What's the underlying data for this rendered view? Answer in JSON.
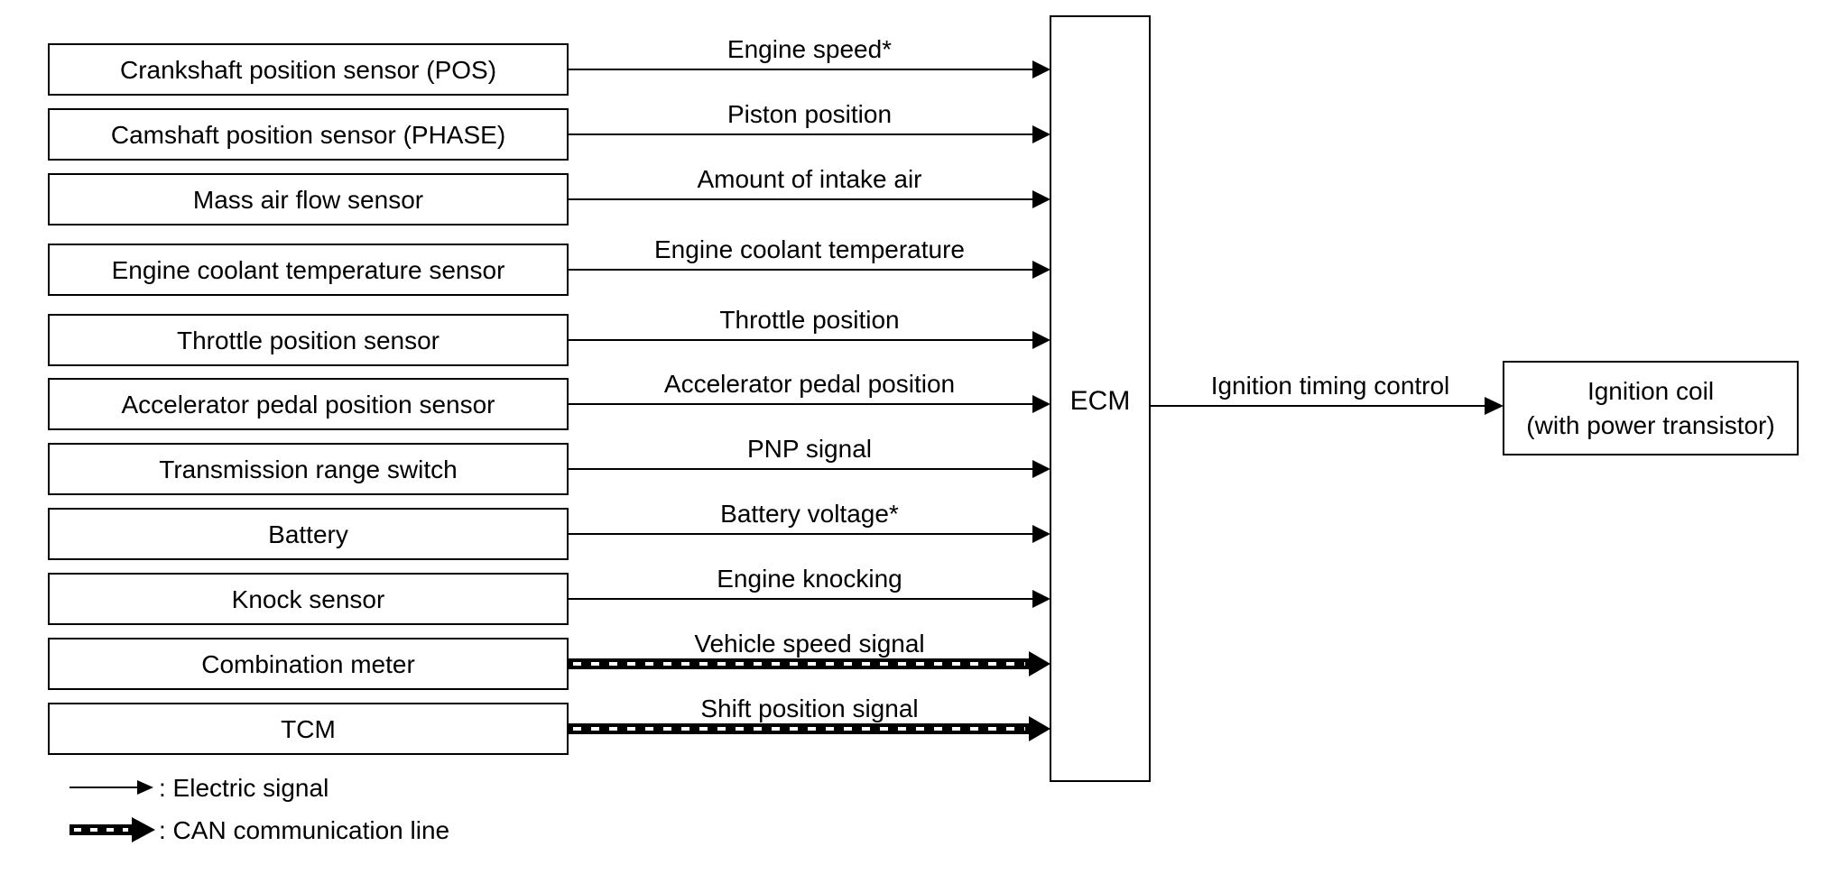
{
  "inputs": [
    {
      "source": "Crankshaft position sensor (POS)",
      "signal": "Engine speed*",
      "line_type": "electric"
    },
    {
      "source": "Camshaft position sensor (PHASE)",
      "signal": "Piston position",
      "line_type": "electric"
    },
    {
      "source": "Mass air flow sensor",
      "signal": "Amount of intake air",
      "line_type": "electric"
    },
    {
      "source": "Engine coolant temperature sensor",
      "signal": "Engine coolant temperature",
      "line_type": "electric"
    },
    {
      "source": "Throttle position sensor",
      "signal": "Throttle position",
      "line_type": "electric"
    },
    {
      "source": "Accelerator pedal position sensor",
      "signal": "Accelerator pedal position",
      "line_type": "electric"
    },
    {
      "source": "Transmission range switch",
      "signal": "PNP signal",
      "line_type": "electric"
    },
    {
      "source": "Battery",
      "signal": "Battery voltage*",
      "line_type": "electric"
    },
    {
      "source": "Knock sensor",
      "signal": "Engine knocking",
      "line_type": "electric"
    },
    {
      "source": "Combination meter",
      "signal": "Vehicle speed signal",
      "line_type": "can"
    },
    {
      "source": "TCM",
      "signal": "Shift position signal",
      "line_type": "can"
    }
  ],
  "controller": {
    "label": "ECM"
  },
  "output": {
    "signal": "Ignition timing control",
    "target_lines": [
      "Ignition coil",
      "(with power transistor)"
    ]
  },
  "legend": [
    {
      "type": "electric",
      "label": ": Electric signal"
    },
    {
      "type": "can",
      "label": ": CAN communication line"
    }
  ],
  "colors": {
    "line": "#000000",
    "can_gap": "#ffffff",
    "background": "#ffffff"
  }
}
